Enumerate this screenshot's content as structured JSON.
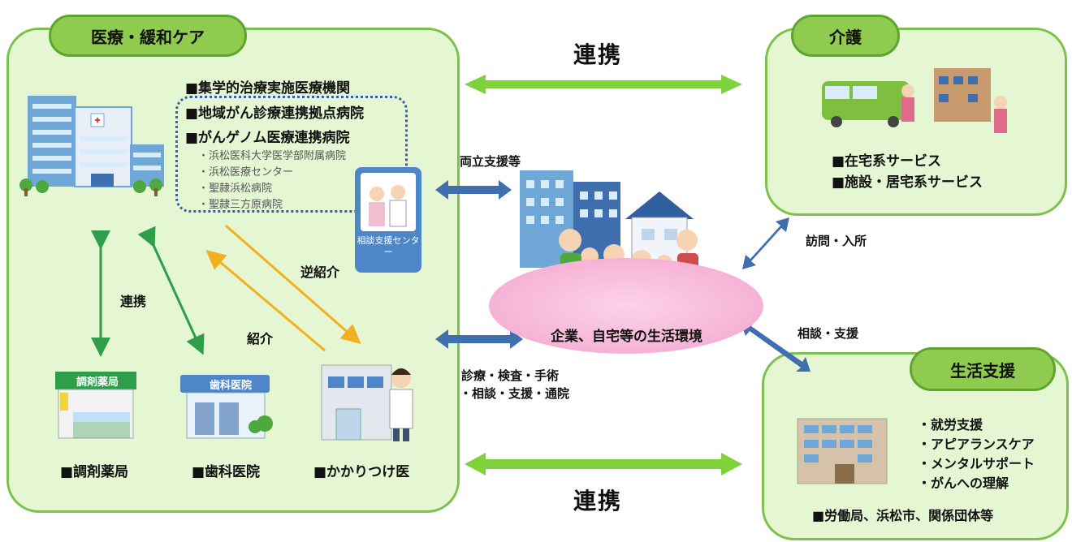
{
  "medical": {
    "title": "医療・緩和ケア",
    "institutions": [
      "■集学的治療実施医療機関",
      "■地域がん診療連携拠点病院",
      "■がんゲノム医療連携病院"
    ],
    "hospitals": [
      "・浜松医科大学医学部附属病院",
      "・浜松医療センター",
      "・聖隷浜松病院",
      "・聖隷三方原病院"
    ],
    "consult_center": "相談支援センター",
    "link_label": "連携",
    "referral_label": "紹介",
    "reverse_referral_label": "逆紹介",
    "facilities": [
      "■調剤薬局",
      "■歯科医院",
      "■かかりつけ医"
    ],
    "pharmacy_sign": "調剤薬局",
    "dental_sign": "歯科医院"
  },
  "care": {
    "title": "介護",
    "services": [
      "■在宅系サービス",
      "■施設・居宅系サービス"
    ]
  },
  "life": {
    "title": "生活支援",
    "items": [
      "・就労支援",
      "・アピアランスケア",
      "・メンタルサポート",
      "・がんへの理解"
    ],
    "orgs": "■労働局、浜松市、関係団体等"
  },
  "center": {
    "environment": "企業、自宅等の生活環境",
    "work_support": "両立支援等",
    "treatment": [
      "診療・検査・手術",
      "・相談・支援・通院"
    ],
    "visit": "訪問・入所",
    "consult": "相談・支援"
  },
  "links": {
    "top": "連携",
    "bottom": "連携"
  },
  "colors": {
    "panel_bg": "#e4f6d2",
    "panel_border": "#7cc24a",
    "pill": "#8fcb4f",
    "blue_arrow": "#3f6fae",
    "green_arrow": "#7fd23a",
    "orange_arrow": "#f2b020",
    "dark_green_arrow": "#2e9e4a"
  }
}
